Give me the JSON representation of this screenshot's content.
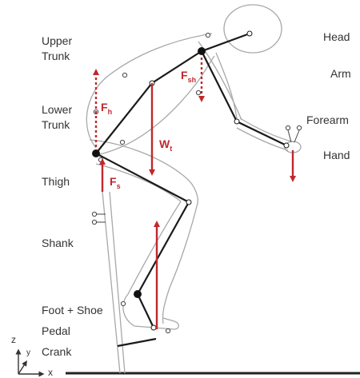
{
  "segments": {
    "head": "Head",
    "upper_trunk": [
      "Upper",
      "Trunk"
    ],
    "arm": "Arm",
    "lower_trunk": [
      "Lower",
      "Trunk"
    ],
    "forearm": "Forearm",
    "hand": "Hand",
    "thigh": "Thigh",
    "shank": "Shank",
    "foot_shoe": "Foot + Shoe",
    "pedal": "Pedal",
    "crank": "Crank"
  },
  "forces": {
    "fh": {
      "symbol": "F",
      "sub": "h"
    },
    "fsh": {
      "symbol": "F",
      "sub": "sh"
    },
    "wt": {
      "symbol": "W",
      "sub": "t"
    },
    "fs": {
      "symbol": "F",
      "sub": "s"
    }
  },
  "axes": {
    "z": "z",
    "y": "y",
    "x": "x"
  },
  "colors": {
    "force": "#c0282d",
    "skeleton": "#1a1a1a",
    "outline": "#a8a8a8",
    "text": "#333333"
  }
}
